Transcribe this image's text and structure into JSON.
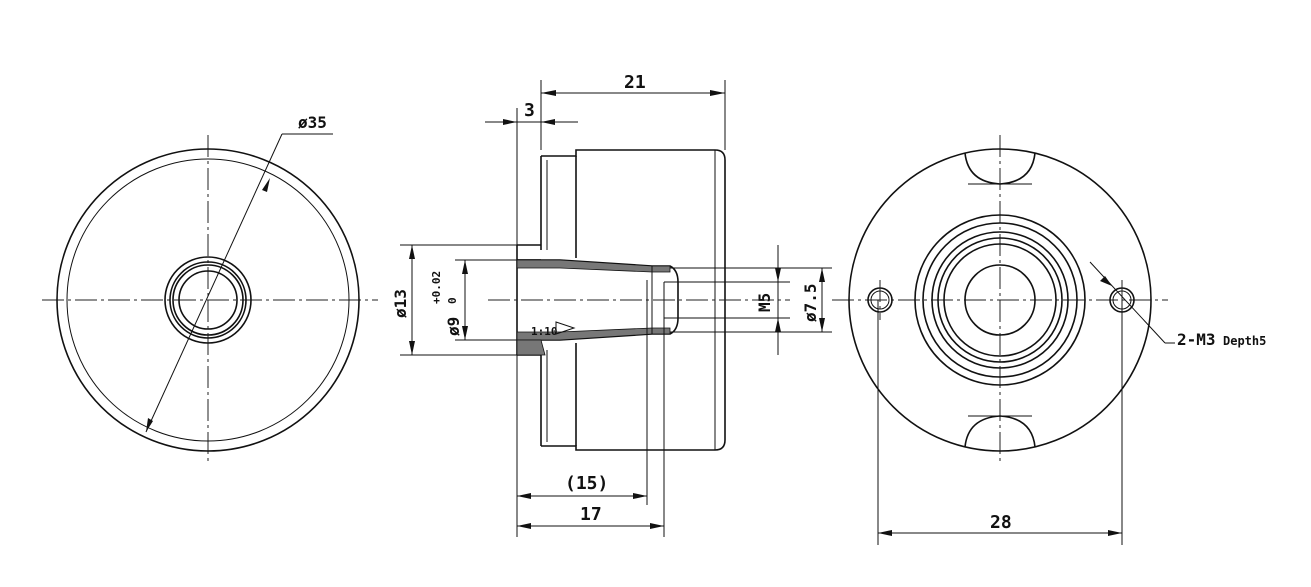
{
  "dimensions": {
    "outer_diameter": "ø35",
    "length_overall": "21",
    "flange": "3",
    "bore_outer": "ø13",
    "bore_tol_base": "ø9",
    "bore_tol_upper": "+0.02",
    "bore_tol_lower": "0",
    "taper": "1:10",
    "thread_center": "M5",
    "diameter_right": "ø7.5",
    "depth_ref": "(15)",
    "length_bore": "17",
    "hole_spacing": "28",
    "hole_callout": "2-M3",
    "hole_depth": "Depth5"
  }
}
